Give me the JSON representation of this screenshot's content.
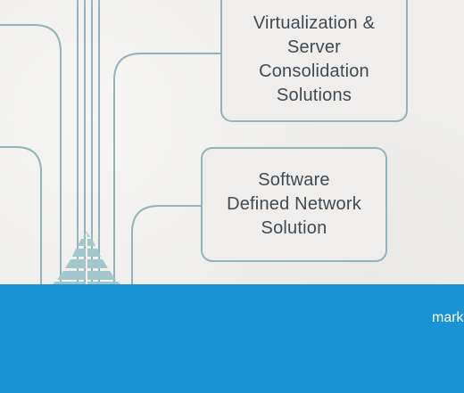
{
  "nodes": [
    {
      "label": "Virtualization &\nServer\nConsolidation\nSolutions"
    },
    {
      "label": "Software\nDefined Network\nSolution"
    }
  ],
  "footer": {
    "text": "mark"
  },
  "colors": {
    "background": "#efeeec",
    "line": "#93b3ba",
    "box_border": "#93b3ba",
    "text": "#404a52",
    "footer": "#1a93d4",
    "footer_text": "#ffffff"
  },
  "icons": [
    "tree-icon"
  ]
}
